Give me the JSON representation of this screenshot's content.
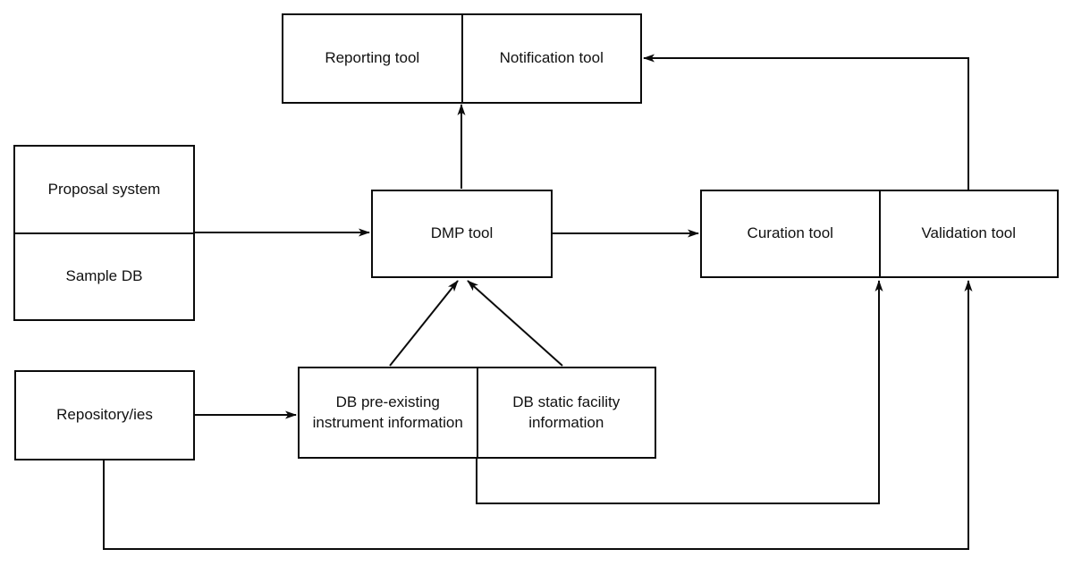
{
  "diagram": {
    "nodes": {
      "reporting": {
        "label": "Reporting tool"
      },
      "notification": {
        "label": "Notification tool"
      },
      "proposal": {
        "label": "Proposal system"
      },
      "sample_db": {
        "label": "Sample DB"
      },
      "dmp": {
        "label": "DMP tool"
      },
      "curation": {
        "label": "Curation tool"
      },
      "validation": {
        "label": "Validation tool"
      },
      "repository": {
        "label": "Repository/ies"
      },
      "db_instrument": {
        "label": "DB pre-existing instrument information"
      },
      "db_facility": {
        "label": "DB static facility information"
      }
    },
    "edges": [
      {
        "from": "proposal-sample-group",
        "to": "dmp-tool"
      },
      {
        "from": "dmp-tool",
        "to": "curation-tool"
      },
      {
        "from": "dmp-tool",
        "to": "reporting-notification-group"
      },
      {
        "from": "validation-tool",
        "to": "notification-tool"
      },
      {
        "from": "repository",
        "to": "db-pre-existing-instrument-information"
      },
      {
        "from": "db-pre-existing-instrument-information",
        "to": "dmp-tool"
      },
      {
        "from": "db-static-facility-information",
        "to": "dmp-tool"
      },
      {
        "from": "db-group",
        "to": "curation-validation-divider"
      },
      {
        "from": "repository",
        "to": "validation-tool"
      }
    ],
    "colors": {
      "background": "#ffffff",
      "line": "#0b0b0b",
      "text": "#111111"
    }
  }
}
